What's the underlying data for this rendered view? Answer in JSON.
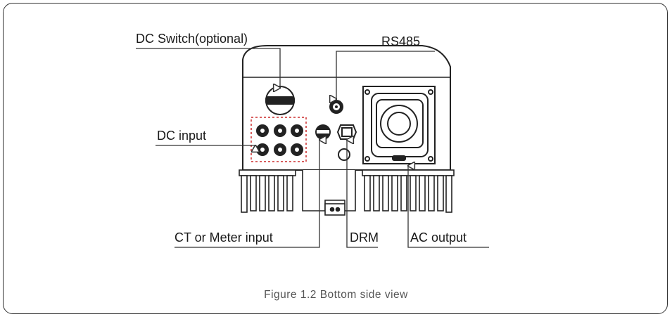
{
  "figure": {
    "caption": "Figure 1.2  Bottom side  view",
    "labels": {
      "dc_switch": "DC Switch(optional)",
      "rs485": "RS485",
      "dc_input": "DC input",
      "ct_meter": "CT or Meter input",
      "drm": "DRM",
      "ac_output": "AC output"
    }
  }
}
